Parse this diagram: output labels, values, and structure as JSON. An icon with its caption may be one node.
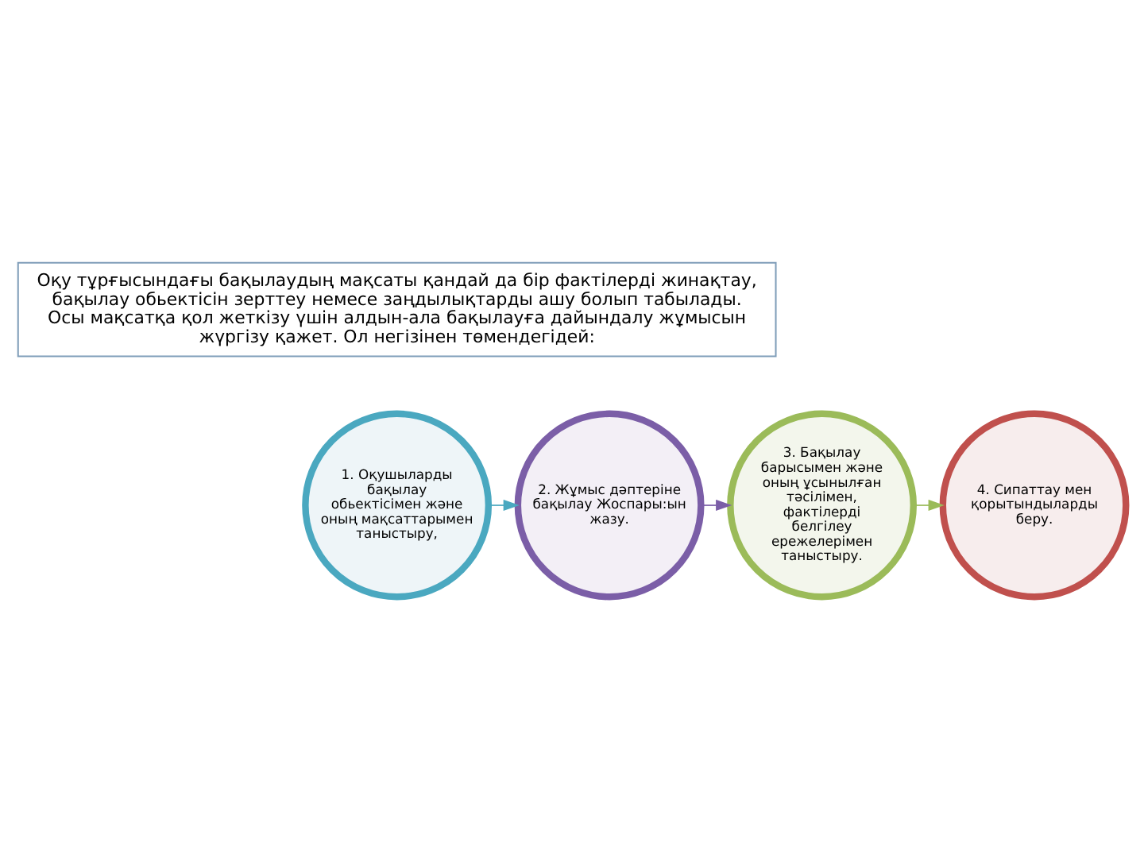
{
  "diagram": {
    "nodes": [
      {
        "text": [
          "Оқу тұрғысындағы бақылаудың мақсаты қандай да бір фактілерді жинақтау, бақылау обьектісін зерттеу немесе заңдылықтарды ашу болып табылады. Осы мақсатқа қол жеткізу үшін алдын-ала бақылауға дайындалу жұмысын жүргізу қажет. Ол негізінен төмендегідей:"
        ]
      },
      {
        "text": [
          "1. Оқушыларды бақылау обьектісімен және оның мақсаттарымен таныстыру,"
        ]
      },
      {
        "text": [
          "2. Жұмыс дәптеріне бақылау Жоспары:ын жазу."
        ]
      },
      {
        "text": [
          "3. Бақылау барысымен және оның ұсынылған тәсілімен, фактілерді белгілеу ережелерімен таныстыру."
        ]
      },
      {
        "text": [
          "4. Сипаттау мен қорытындыларды беру."
        ]
      }
    ],
    "edges": [
      {
        "from": 1,
        "to": 2,
        "arrow": "to",
        "color": "#4aa8c0"
      },
      {
        "from": 2,
        "to": 3,
        "arrow": "to",
        "color": "#7b5ea7"
      },
      {
        "from": 3,
        "to": 4,
        "arrow": "to",
        "color": "#9bbb59"
      }
    ]
  }
}
